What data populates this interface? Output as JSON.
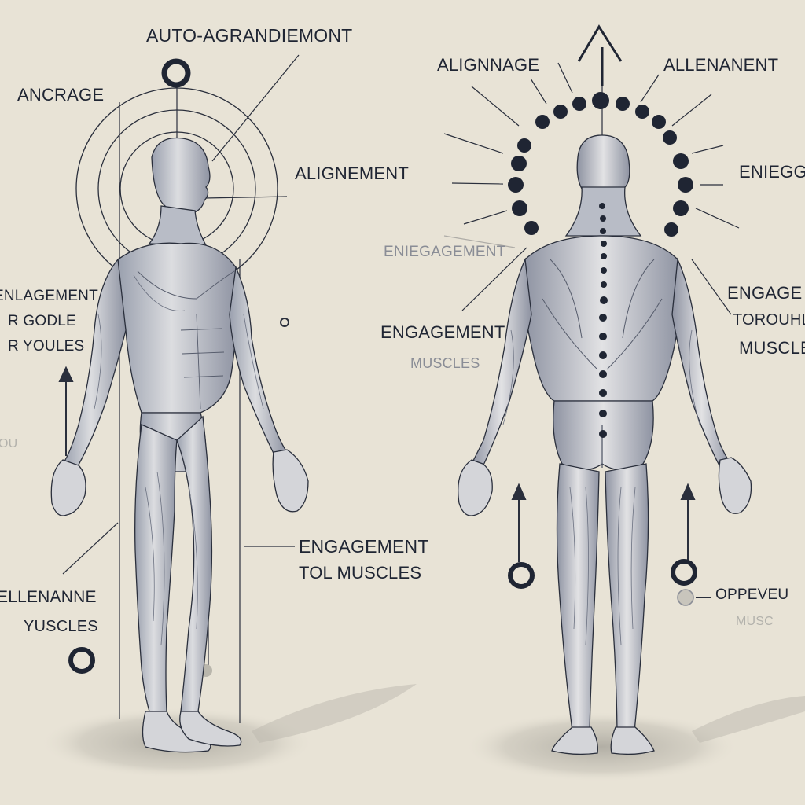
{
  "labels": {
    "auto_agrandissement": "AUTO-AGRANDIEMONT",
    "ancrage": "ANCRAGE",
    "alignement_left": "ALIGNEMENT",
    "left_side_1": "ENLAGEMENT",
    "left_side_2": "R GODLE",
    "left_side_3": "R YOULES",
    "left_side_faint": "OU",
    "engagement_bottom_1": "ENGAGEMENT",
    "engagement_bottom_2": "TOL MUSCLES",
    "ellenanne_1": "ELLENANNE",
    "ellenanne_2": "YUSCLES",
    "alignnage": "ALIGNNAGE",
    "allenanent": "ALLENANENT",
    "eniegge": "ENIEGGE",
    "eniegagement": "ENIEGAGEMENT",
    "engagement_mid_1": "ENGAGEMENT",
    "engagement_mid_2": "MUSCLES",
    "right_engage_1": "ENGAGE",
    "right_engage_2": "TOROUHL",
    "right_engage_3": "MUSCLE",
    "oppeveu_1": "OPPEVEU",
    "oppeveu_2": "MUSC"
  },
  "colors": {
    "background": "#e8e3d6",
    "ink": "#1f2533",
    "body_fill": "#cfd0d4",
    "muscle_shade": "#8f94a4",
    "shadow": "#b9b6ac"
  }
}
